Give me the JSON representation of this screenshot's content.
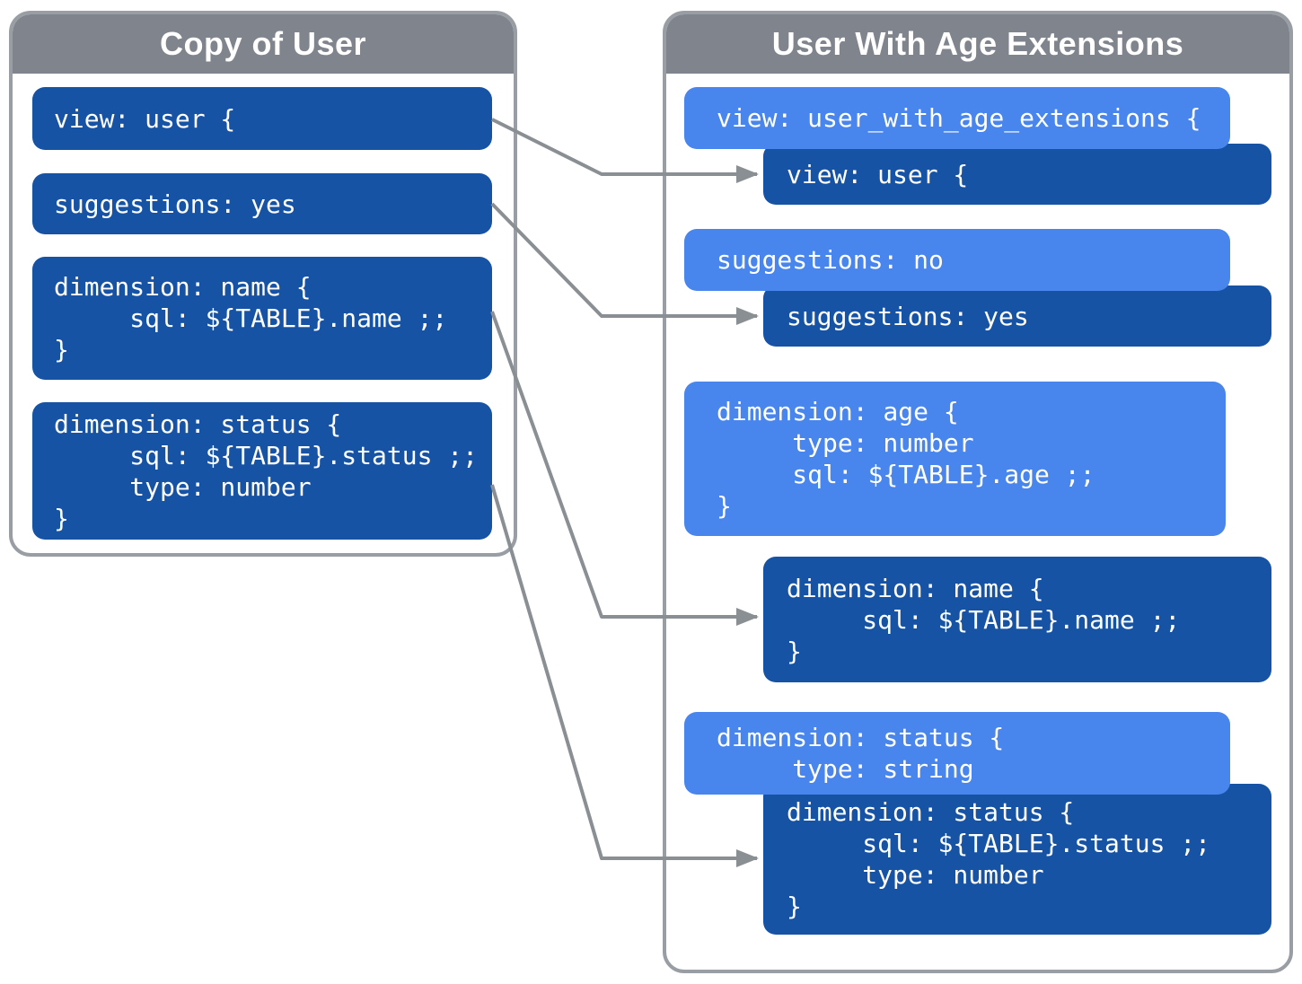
{
  "left_panel": {
    "title": "Copy of User",
    "blocks": [
      {
        "name": "view-user",
        "lines": [
          "view: user {"
        ]
      },
      {
        "name": "suggestions-yes",
        "lines": [
          "suggestions: yes"
        ]
      },
      {
        "name": "dimension-name",
        "lines": [
          "dimension: name {",
          "     sql: ${TABLE}.name ;;",
          "}"
        ]
      },
      {
        "name": "dimension-status",
        "lines": [
          "dimension: status {",
          "     sql: ${TABLE}.status ;;",
          "     type: number",
          "}"
        ]
      }
    ]
  },
  "right_panel": {
    "title": "User With Age Extensions",
    "blocks": [
      {
        "name": "view-user-with-age-extensions",
        "style": "light",
        "lines": [
          "view: user_with_age_extensions {"
        ]
      },
      {
        "name": "view-user-inherited",
        "style": "dark",
        "lines": [
          "view: user {"
        ]
      },
      {
        "name": "suggestions-no-override",
        "style": "light",
        "lines": [
          "suggestions: no"
        ]
      },
      {
        "name": "suggestions-yes-inherited",
        "style": "dark",
        "lines": [
          "suggestions: yes"
        ]
      },
      {
        "name": "dimension-age",
        "style": "light",
        "lines": [
          "dimension: age {",
          "     type: number",
          "     sql: ${TABLE}.age ;;",
          "}"
        ]
      },
      {
        "name": "dimension-name-inherited",
        "style": "dark",
        "lines": [
          "dimension: name {",
          "     sql: ${TABLE}.name ;;",
          "}"
        ]
      },
      {
        "name": "dimension-status-override",
        "style": "light",
        "lines": [
          "dimension: status {",
          "     type: string"
        ]
      },
      {
        "name": "dimension-status-inherited",
        "style": "dark",
        "lines": [
          "dimension: status {",
          "     sql: ${TABLE}.status ;;",
          "     type: number",
          "}"
        ]
      }
    ]
  },
  "colors": {
    "dark_block": "#1653A5",
    "light_block": "#4885ED",
    "header_gray": "#80858D",
    "panel_border": "#989EA4",
    "connector_gray": "#8A8F94",
    "text": "#FFFFFF"
  },
  "connectors": [
    {
      "from": "view-user",
      "to": "view-user-inherited"
    },
    {
      "from": "suggestions-yes",
      "to": "suggestions-yes-inherited"
    },
    {
      "from": "dimension-name",
      "to": "dimension-name-inherited"
    },
    {
      "from": "dimension-status",
      "to": "dimension-status-inherited"
    }
  ]
}
